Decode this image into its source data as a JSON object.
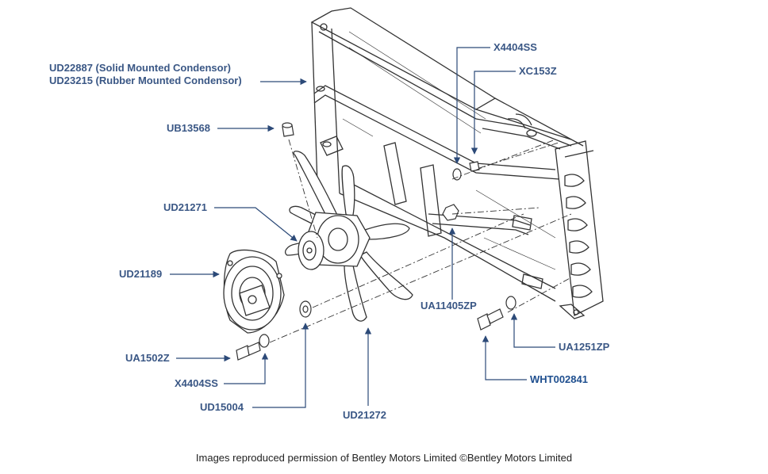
{
  "callouts": {
    "ud22887": "UD22887 (Solid Mounted Condensor)",
    "ud23215": "UD23215 (Rubber Mounted Condensor)",
    "ub13568": "UB13568",
    "ud21271": "UD21271",
    "ud21189": "UD21189",
    "ua1502z": "UA1502Z",
    "x4404ss_left": "X4404SS",
    "ud15004": "UD15004",
    "ud21272": "UD21272",
    "x4404ss_top": "X4404SS",
    "xc153z": "XC153Z",
    "ua11405zp": "UA11405ZP",
    "ua1251zp": "UA1251ZP",
    "wht002841": "WHT002841"
  },
  "footer": {
    "credit": "Images reproduced permission of Bentley Motors Limited ©Bentley Motors Limited"
  },
  "colors": {
    "leader": "#2c4a78",
    "line_art": "#333333",
    "label": "#3a5785"
  }
}
